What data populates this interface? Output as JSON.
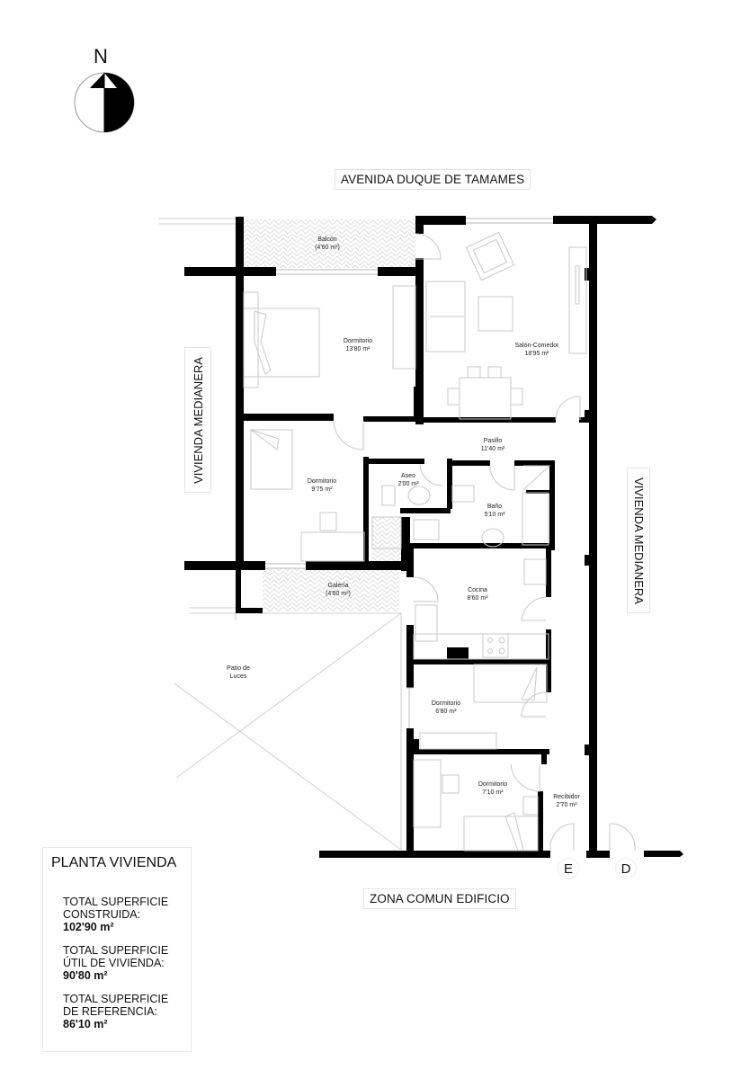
{
  "compass": {
    "north_label": "N",
    "icon": "north-arrow-icon"
  },
  "streets": {
    "top": "AVENIDA DUQUE DE TAMAMES",
    "bottom": "ZONA COMUN EDIFICIO",
    "left": "VIVIENDA MEDIANERA",
    "right": "VIVIENDA MEDIANERA"
  },
  "rooms": [
    {
      "id": "balcon",
      "name": "Balcón",
      "area": "(4'60 m²)"
    },
    {
      "id": "dormitorio-principal",
      "name": "Dormitorio",
      "area": "13'80 m²"
    },
    {
      "id": "salon-comedor",
      "name": "Salón-Comedor",
      "area": "18'95 m²"
    },
    {
      "id": "pasillo",
      "name": "Pasillo",
      "area": "11'40 m²"
    },
    {
      "id": "dormitorio-2",
      "name": "Dormitorio",
      "area": "9'75 m²"
    },
    {
      "id": "aseo",
      "name": "Aseo",
      "area": "2'00 m²"
    },
    {
      "id": "bano",
      "name": "Baño",
      "area": "5'10 m²"
    },
    {
      "id": "galeria",
      "name": "Galería",
      "area": "(4'60 m²)"
    },
    {
      "id": "cocina",
      "name": "Cocina",
      "area": "8'60 m²"
    },
    {
      "id": "patio",
      "name": "Patio de",
      "area": "Luces"
    },
    {
      "id": "dormitorio-3",
      "name": "Dormitorio",
      "area": "6'80 m²"
    },
    {
      "id": "dormitorio-4",
      "name": "Dormitorio",
      "area": "7'10 m²"
    },
    {
      "id": "recibidor",
      "name": "Recibidor",
      "area": "2'70 m²"
    }
  ],
  "entrances": {
    "E": "E",
    "D": "D"
  },
  "summary": {
    "title": "PLANTA VIVIENDA",
    "stats": [
      {
        "label_line1": "TOTAL SUPERFICIE",
        "label_line2": "CONSTRUIDA:",
        "value": "102'90 m²"
      },
      {
        "label_line1": "TOTAL SUPERFICIE",
        "label_line2": "ÚTIL DE VIVIENDA:",
        "value": "90'80 m²"
      },
      {
        "label_line1": "TOTAL SUPERFICIE",
        "label_line2": "DE REFERENCIA:",
        "value": "86'10 m²"
      }
    ]
  },
  "colors": {
    "wall": "#000000",
    "furniture": "#cfcfcf",
    "hatch": "#d8d8d8",
    "background": "#ffffff"
  }
}
